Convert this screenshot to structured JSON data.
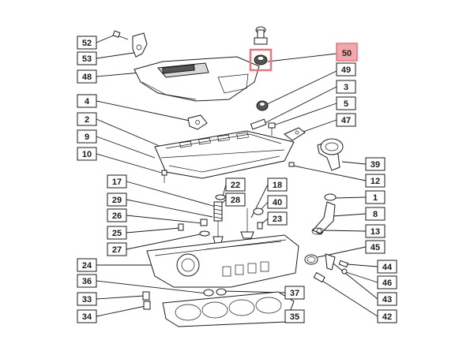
{
  "highlight_color": "#e8747c",
  "highlight_fill": "#f4a6ad",
  "labels": {
    "l52": "52",
    "l53": "53",
    "l48": "48",
    "l4": "4",
    "l2": "2",
    "l9": "9",
    "l10": "10",
    "l17": "17",
    "l29": "29",
    "l26": "26",
    "l25": "25",
    "l27": "27",
    "l24": "24",
    "l36": "36",
    "l33": "33",
    "l34": "34",
    "l22": "22",
    "l28": "28",
    "l18": "18",
    "l40": "40",
    "l23": "23",
    "l37": "37",
    "l35": "35",
    "l50": "50",
    "l49": "49",
    "l3": "3",
    "l5": "5",
    "l47": "47",
    "l39": "39",
    "l12": "12",
    "l1": "1",
    "l8": "8",
    "l13": "13",
    "l45": "45",
    "l44": "44",
    "l46": "46",
    "l43": "43",
    "l42": "42"
  }
}
